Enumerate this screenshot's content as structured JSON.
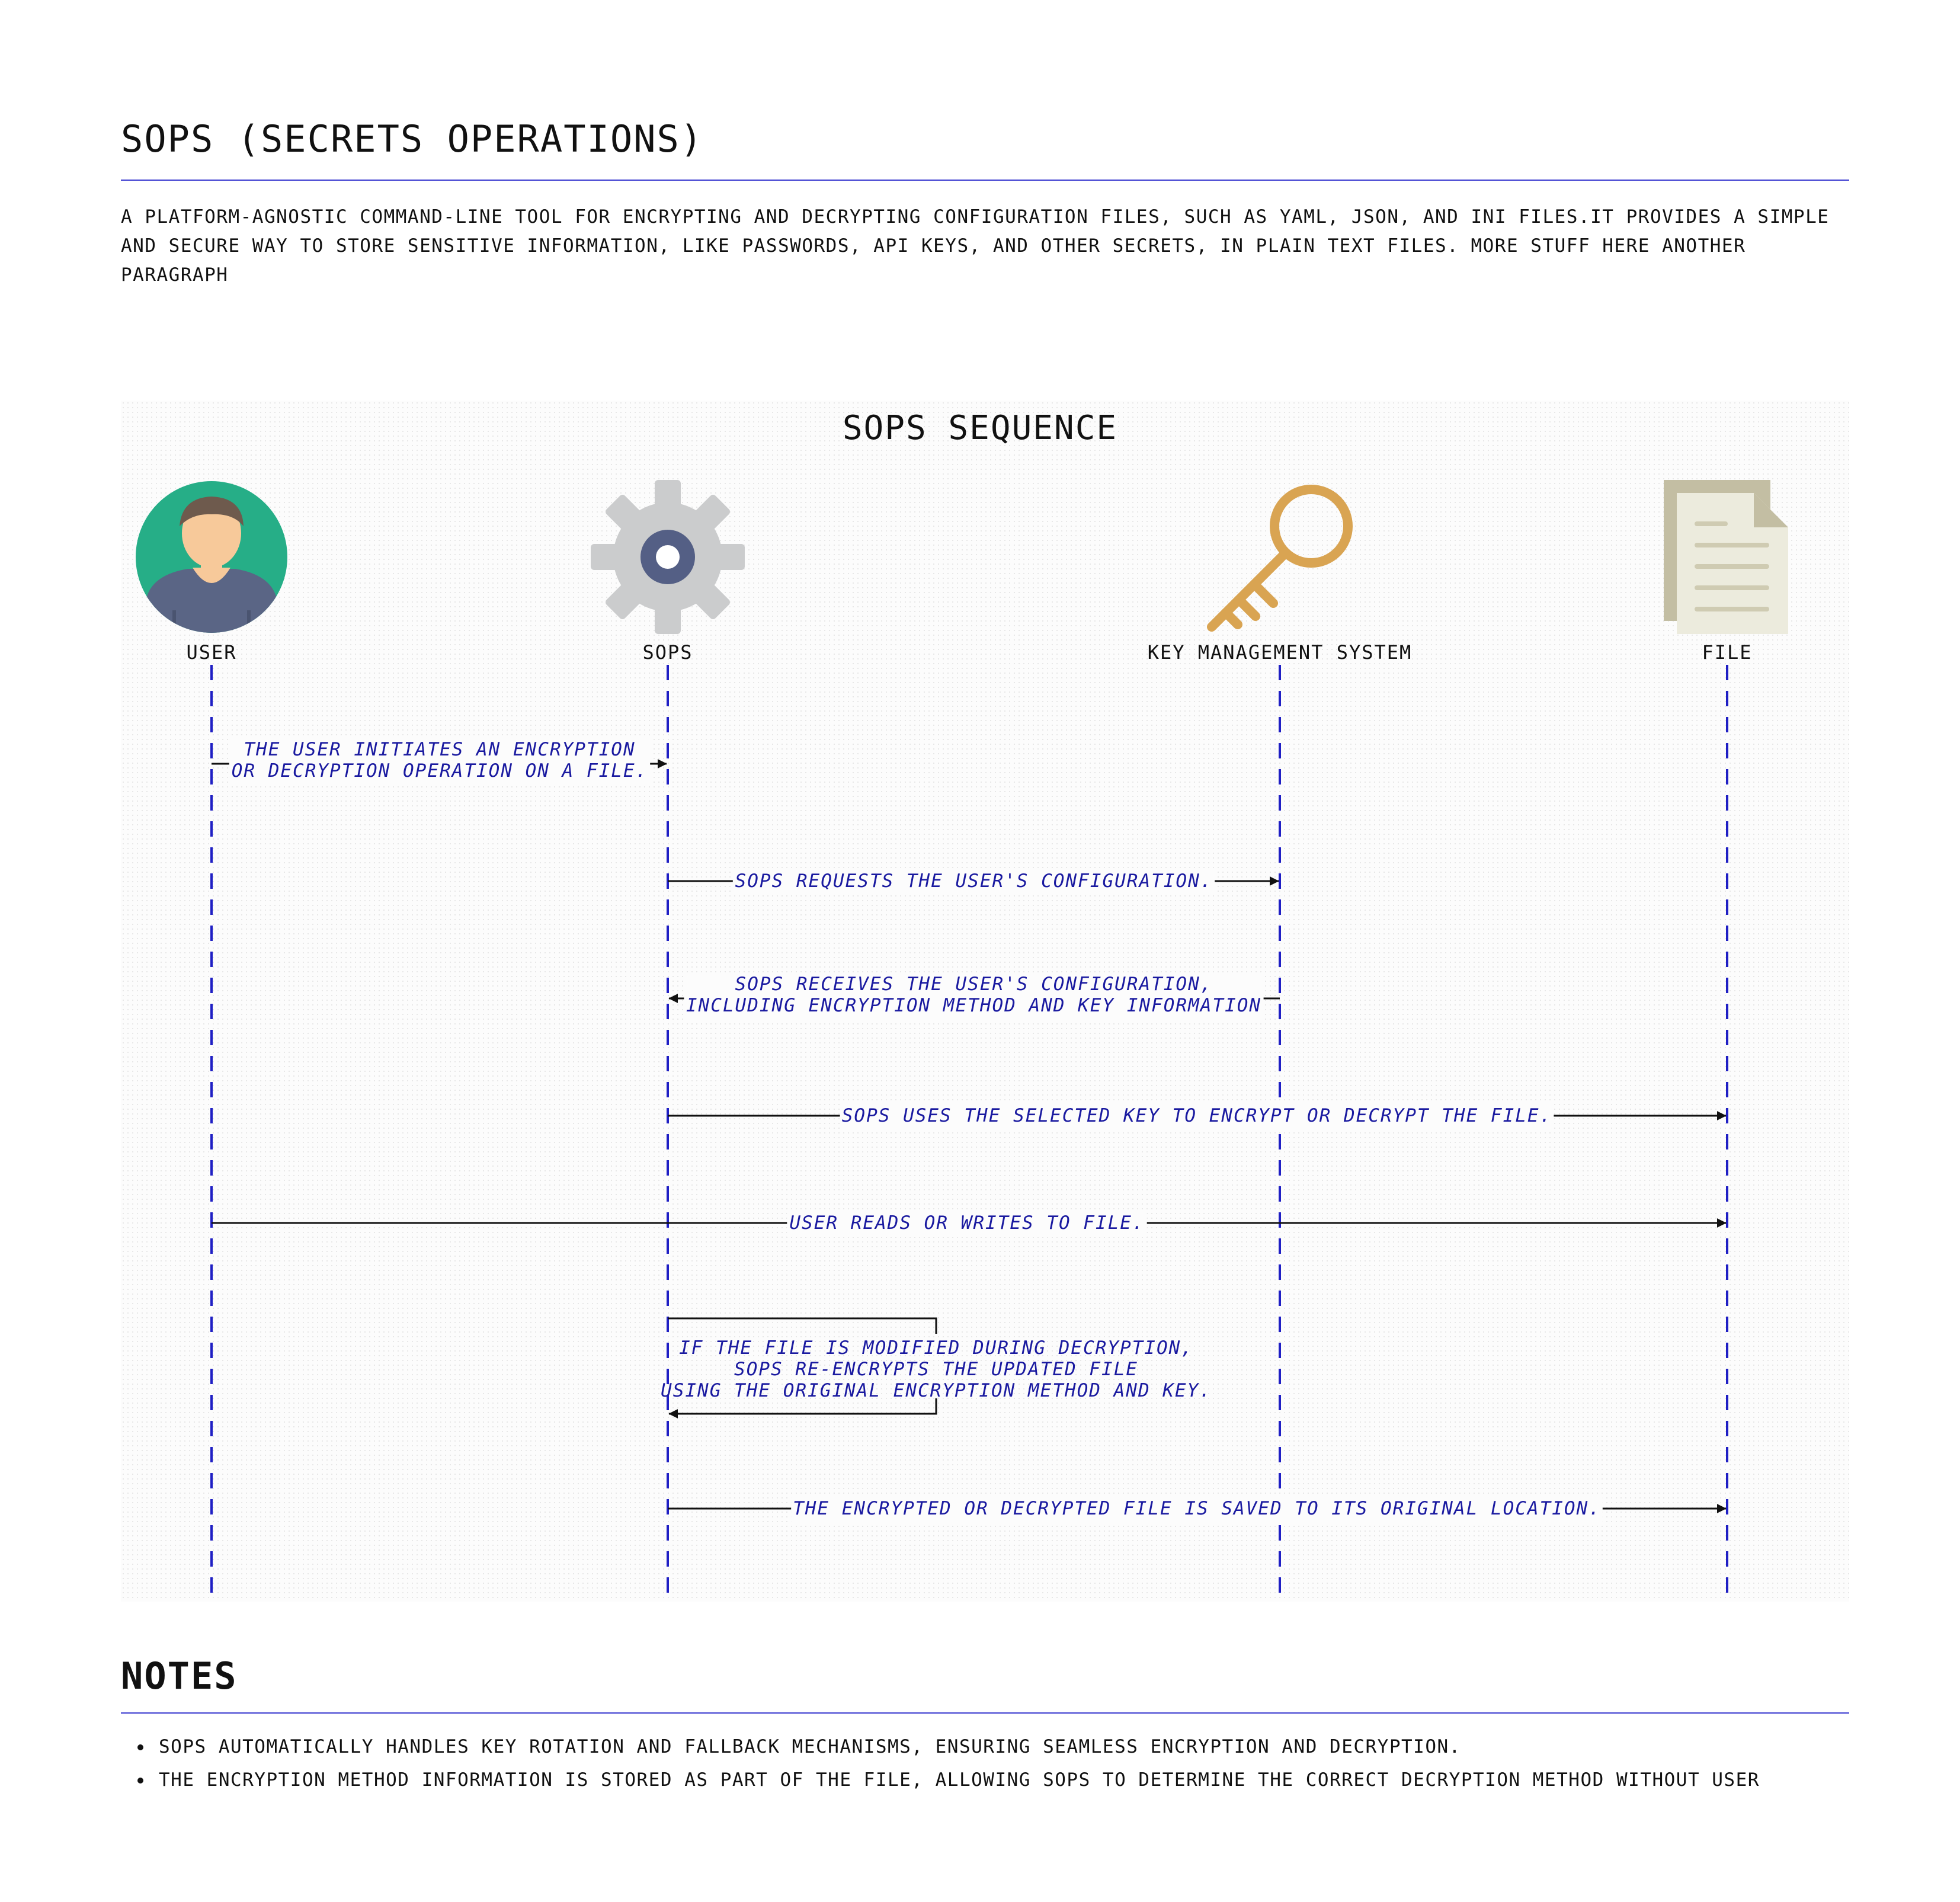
{
  "header": {
    "title": "SOPS (SECRETS OPERATIONS)",
    "description": "A PLATFORM-AGNOSTIC COMMAND-LINE TOOL FOR ENCRYPTING AND DECRYPTING CONFIGURATION FILES, SUCH AS YAML, JSON, AND INI FILES.IT PROVIDES A SIMPLE AND SECURE WAY TO STORE SENSITIVE INFORMATION, LIKE PASSWORDS, API KEYS, AND OTHER SECRETS, IN PLAIN TEXT FILES. MORE STUFF HERE ANOTHER PARAGRAPH"
  },
  "diagram": {
    "title": "SOPS SEQUENCE",
    "actors": [
      {
        "id": "user",
        "label": "USER",
        "icon": "user-avatar-icon"
      },
      {
        "id": "sops",
        "label": "SOPS",
        "icon": "gear-icon"
      },
      {
        "id": "kms",
        "label": "KEY MANAGEMENT SYSTEM",
        "icon": "key-icon"
      },
      {
        "id": "file",
        "label": "FILE",
        "icon": "document-icon"
      }
    ],
    "messages": [
      {
        "from": "user",
        "to": "sops",
        "lines": [
          "THE USER INITIATES AN ENCRYPTION",
          "OR DECRYPTION OPERATION ON A FILE."
        ]
      },
      {
        "from": "sops",
        "to": "kms",
        "lines": [
          "SOPS REQUESTS THE USER'S CONFIGURATION."
        ]
      },
      {
        "from": "kms",
        "to": "sops",
        "lines": [
          "SOPS RECEIVES THE USER'S CONFIGURATION,",
          "INCLUDING ENCRYPTION METHOD AND KEY INFORMATION"
        ]
      },
      {
        "from": "sops",
        "to": "file",
        "lines": [
          "SOPS USES THE SELECTED KEY TO ENCRYPT OR DECRYPT THE FILE."
        ]
      },
      {
        "from": "user",
        "to": "file",
        "lines": [
          "USER READS OR WRITES TO FILE."
        ]
      },
      {
        "from": "sops",
        "to": "sops",
        "lines": [
          "IF THE FILE IS MODIFIED DURING DECRYPTION,",
          "SOPS RE-ENCRYPTS THE UPDATED FILE",
          "USING THE ORIGINAL ENCRYPTION METHOD AND KEY."
        ]
      },
      {
        "from": "sops",
        "to": "file",
        "lines": [
          "THE ENCRYPTED OR DECRYPTED FILE IS SAVED TO ITS ORIGINAL LOCATION."
        ]
      }
    ],
    "colors": {
      "lifeline": "#1f1fc4",
      "message_text": "#1a1aa0",
      "arrow": "#111111",
      "rule": "#3b3bd0"
    }
  },
  "notes": {
    "title": "NOTES",
    "items": [
      "SOPS AUTOMATICALLY HANDLES KEY ROTATION AND FALLBACK MECHANISMS, ENSURING SEAMLESS ENCRYPTION AND DECRYPTION.",
      "THE ENCRYPTION METHOD INFORMATION IS STORED AS PART OF THE FILE, ALLOWING SOPS TO DETERMINE THE CORRECT DECRYPTION METHOD WITHOUT USER"
    ]
  }
}
